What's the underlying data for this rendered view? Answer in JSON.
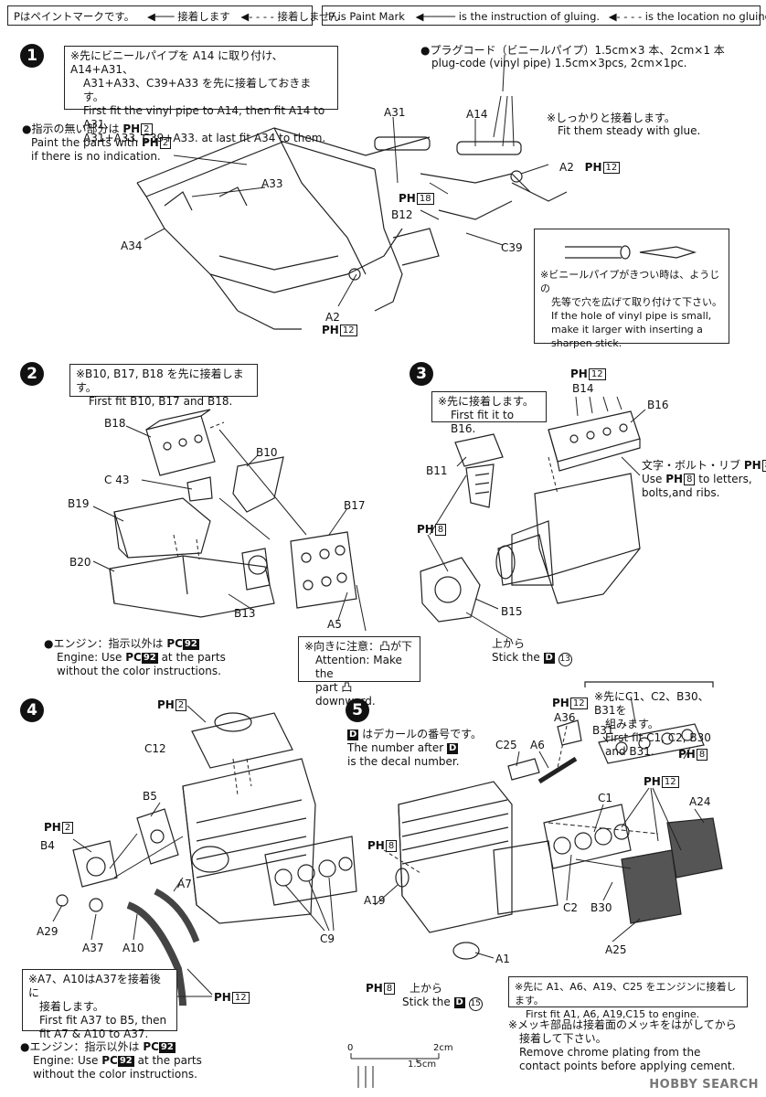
{
  "legend": {
    "jp_paint": "Pはペイントマークです。",
    "jp_glue": "接着します",
    "jp_noglue": "接着しません",
    "en_paint": "P is Paint Mark",
    "en_glue": "is the instruction of gluing.",
    "en_noglue": "is the location no gluing."
  },
  "step1": {
    "num": "1",
    "note_lines": [
      "※先にビニールパイプを A14 に取り付け、A14+A31、",
      "A31+A33、C39+A33 を先に接着しておきます。",
      "First fit the vinyl pipe to A14, then fit A14 to A31,",
      "A31+A33, C39+A33. at last fit A34 to them."
    ],
    "plug_lines": [
      "●プラグコード（ビニールパイプ）1.5cm×3 本、2cm×1 本",
      "plug-code (vinyl pipe) 1.5cm×3pcs, 2cm×1pc."
    ],
    "paint_lines": [
      "●指示の無い部分は",
      "Paint the parts with",
      "if there is no indication."
    ],
    "paint_mark": "PH",
    "paint_num": "2",
    "steady_lines": [
      "※しっかりと接着します。",
      "Fit them steady with glue."
    ],
    "tip_lines": [
      "※ビニールパイプがきつい時は、ようじの",
      "先等で穴を広げて取り付けて下さい。",
      "If the hole of vinyl pipe is small,",
      "make it larger with inserting a",
      "sharpen stick."
    ],
    "parts": {
      "a31": "A31",
      "a14": "A14",
      "a33": "A33",
      "a34": "A34",
      "a2a": "A2",
      "a2b": "A2",
      "b12": "B12",
      "c39": "C39"
    },
    "ph12a": "12",
    "ph18": "18",
    "ph12b": "12"
  },
  "step2": {
    "num": "2",
    "note_lines": [
      "※B10, B17, B18 を先に接着します。",
      "First fit B10, B17 and B18."
    ],
    "parts": {
      "b18": "B18",
      "b10": "B10",
      "c43": "C 43",
      "b19": "B19",
      "b17": "B17",
      "b20": "B20",
      "b13": "B13",
      "a5": "A5"
    },
    "engine_lines": [
      "●エンジン：指示以外は",
      "Engine: Use",
      "without the color instructions."
    ],
    "engine_mark": "PC",
    "engine_num": "92",
    "attn_lines": [
      "※向きに注意：凸が下",
      "Attention: Make the",
      "part 凸 downward."
    ]
  },
  "step3": {
    "num": "3",
    "note_lines": [
      "※先に接着します。",
      "First fit it to B16."
    ],
    "parts": {
      "b14": "B14",
      "b16": "B16",
      "b11": "B11",
      "b15": "B15"
    },
    "ph12": "12",
    "ph8a": "8",
    "letters_lines": [
      "文字・ボルト・リブ",
      "Use",
      "to letters,",
      "bolts,and ribs."
    ],
    "ph8b": "8",
    "stick_lines": [
      "上から",
      "Stick the"
    ],
    "decal": "D",
    "decal_num": "13"
  },
  "step4": {
    "num": "4",
    "parts": {
      "c12": "C12",
      "b5": "B5",
      "b4": "B4",
      "a7": "A7",
      "a29": "A29",
      "a37": "A37",
      "a10": "A10",
      "c9": "C9"
    },
    "ph2a": "2",
    "ph2b": "2",
    "ph12": "12",
    "note_lines": [
      "※A7、A10はA37を接着後に",
      "接着します。",
      "First fit A37 to B5, then",
      "fit A7 & A10 to A37."
    ],
    "engine_lines": [
      "●エンジン：指示以外は",
      "Engine: Use",
      "at the parts",
      "without the color instructions."
    ],
    "engine_mark": "PC",
    "engine_num": "92"
  },
  "step5": {
    "num": "5",
    "decal_lines": [
      "はデカールの番号です。",
      "The number after",
      "is the decal number."
    ],
    "decal": "D",
    "parts": {
      "a36": "A36",
      "c25": "C25",
      "a6": "A6",
      "b31": "B31",
      "c1": "C1",
      "a24": "A24",
      "a19": "A19",
      "c2": "C2",
      "b30": "B30",
      "a25": "A25",
      "a1": "A1"
    },
    "ph12a": "12",
    "ph8a": "8",
    "ph12b": "12",
    "ph8b": "8",
    "ph8c": "8",
    "first_lines": [
      "※先にC1、C2、B30、B31を",
      "組みます。",
      "First fit C1, C2, B30",
      "and B31."
    ],
    "stick_lines": [
      "上から",
      "Stick the"
    ],
    "decal_num": "15",
    "fit_lines": [
      "※先に A1、A6、A19、C25 をエンジンに接着します。",
      "First fit A1, A6, A19,C15 to engine."
    ],
    "chrome_lines": [
      "※メッキ部品は接着面のメッキをはがしてから",
      "接着して下さい。",
      "Remove chrome plating from the",
      "contact points before applying cement."
    ]
  },
  "scale": {
    "zero": "0",
    "one_half": "1.5cm",
    "two": "2cm"
  },
  "watermark": "HOBBY SEARCH"
}
